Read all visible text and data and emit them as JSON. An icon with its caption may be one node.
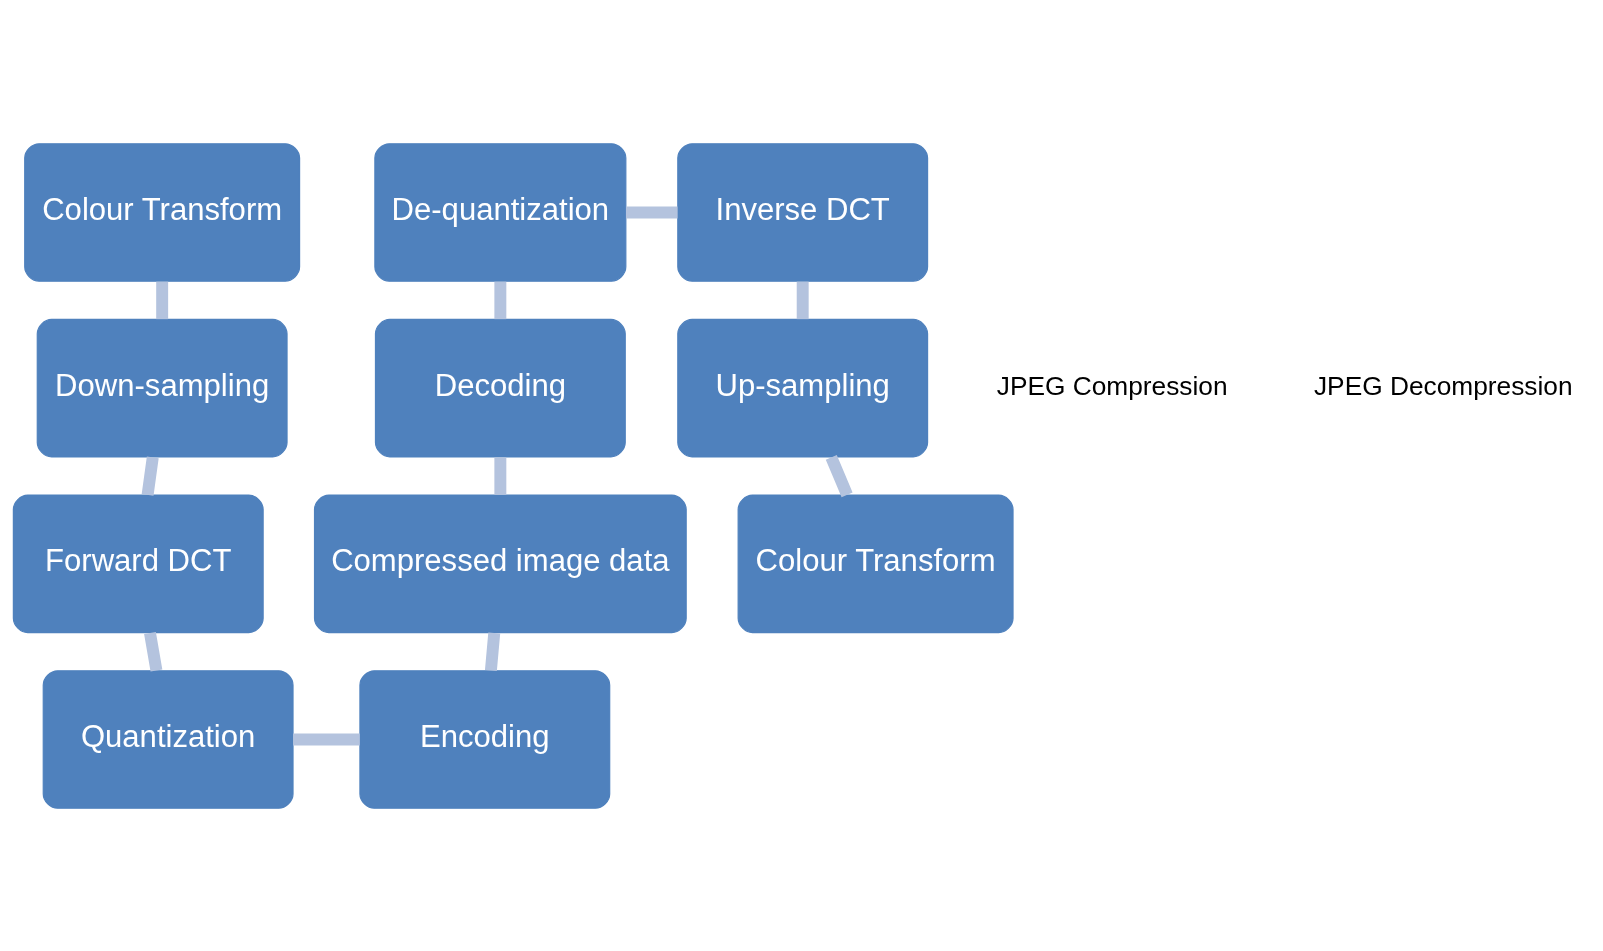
{
  "diagram": {
    "nodes": [
      {
        "text": [
          "Colour Transform"
        ]
      },
      {
        "text": [
          "Down-sampling"
        ]
      },
      {
        "text": [
          "Forward DCT"
        ]
      },
      {
        "text": [
          "Quantization"
        ]
      },
      {
        "text": [
          "Encoding"
        ]
      },
      {
        "text": [
          "Compressed image data"
        ]
      },
      {
        "text": [
          "Decoding"
        ]
      },
      {
        "text": [
          "De-quantization"
        ]
      },
      {
        "text": [
          "Inverse DCT"
        ]
      },
      {
        "text": [
          "Up-sampling"
        ]
      },
      {
        "text": [
          "Colour Transform"
        ]
      }
    ],
    "edges": [
      {
        "from": 0,
        "to": 1,
        "arrow": "none"
      },
      {
        "from": 1,
        "to": 2,
        "arrow": "none"
      },
      {
        "from": 2,
        "to": 3,
        "arrow": "none"
      },
      {
        "from": 3,
        "to": 4,
        "arrow": "none"
      },
      {
        "from": 4,
        "to": 5,
        "arrow": "none"
      },
      {
        "from": 5,
        "to": 6,
        "arrow": "none"
      },
      {
        "from": 6,
        "to": 7,
        "arrow": "none"
      },
      {
        "from": 7,
        "to": 8,
        "arrow": "none"
      },
      {
        "from": 8,
        "to": 9,
        "arrow": "none"
      },
      {
        "from": 9,
        "to": 10,
        "arrow": "none"
      }
    ],
    "labels": [
      "JPEG Compression",
      "JPEG Decompression"
    ]
  }
}
